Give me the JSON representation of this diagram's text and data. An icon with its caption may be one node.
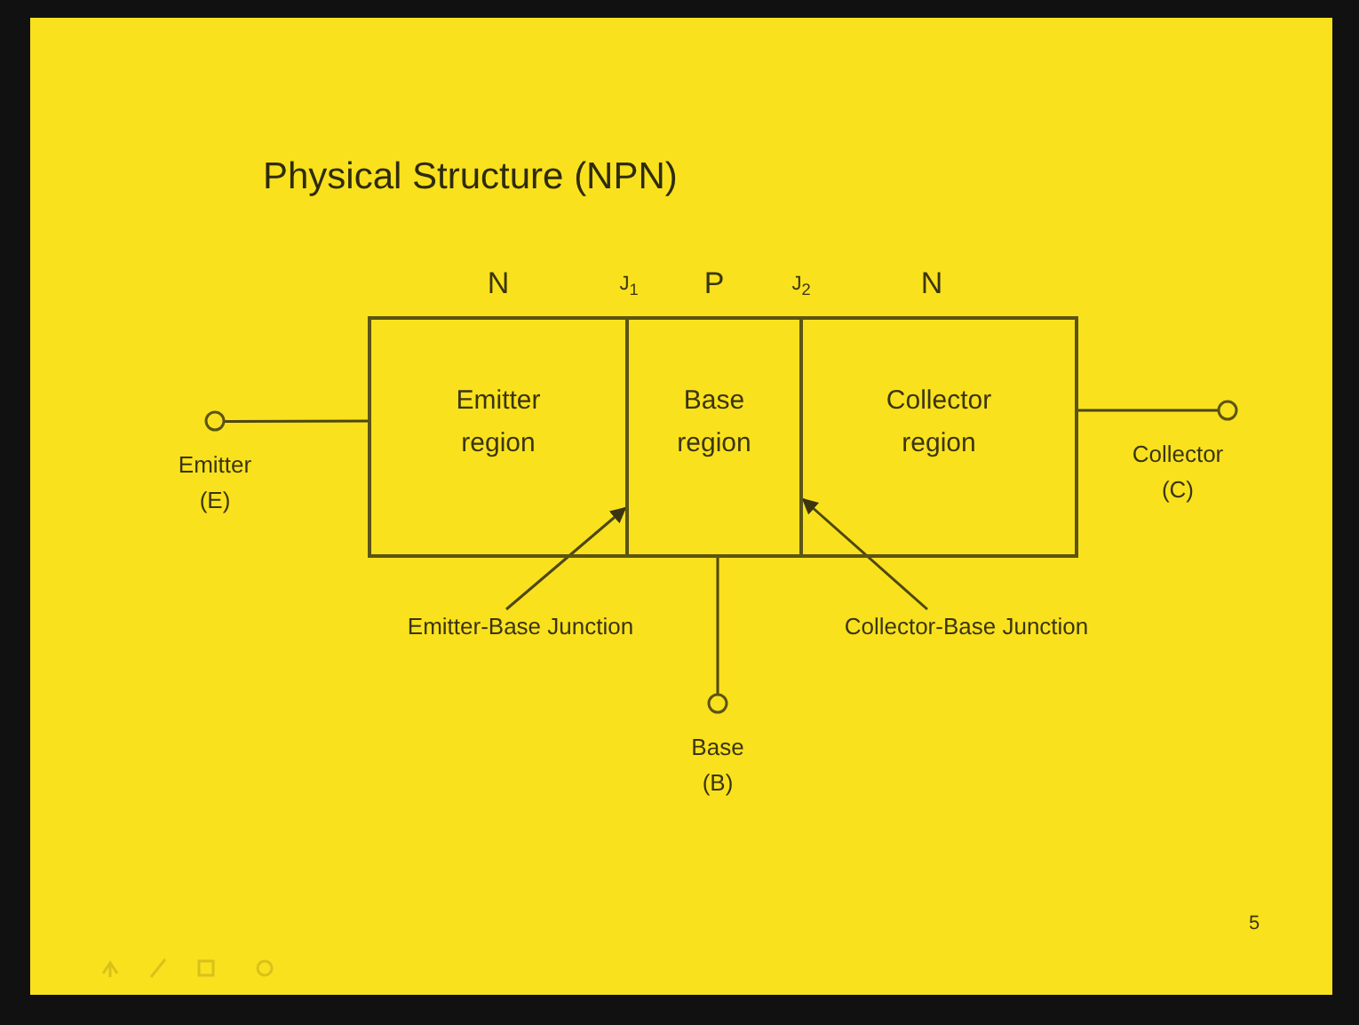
{
  "diagram": {
    "title": "Physical Structure (NPN)",
    "nodes": [
      {
        "text": [
          "Emitter region"
        ],
        "beside": [
          "N"
        ]
      },
      {
        "text": [
          "Base region"
        ],
        "beside": [
          "P"
        ]
      },
      {
        "text": [
          "Collector region"
        ],
        "beside": [
          "N"
        ]
      },
      {
        "text": [
          "Emitter (E)"
        ]
      },
      {
        "text": [
          "Collector (C)"
        ]
      },
      {
        "text": [
          "Base (B)"
        ]
      },
      {
        "text": [
          "Emitter-Base Junction"
        ]
      },
      {
        "text": [
          "Collector-Base Junction"
        ]
      }
    ],
    "edges": [
      {
        "from": 3,
        "to": 0,
        "arrow": "none"
      },
      {
        "from": 2,
        "to": 4,
        "arrow": "none"
      },
      {
        "from": 1,
        "to": 5,
        "arrow": "none"
      },
      {
        "from": 6,
        "to": 0,
        "arrow": "to"
      },
      {
        "from": 7,
        "to": 2,
        "arrow": "to"
      }
    ],
    "labels": [
      "J$_{1}$",
      "J$_{2}$",
      "5"
    ]
  }
}
